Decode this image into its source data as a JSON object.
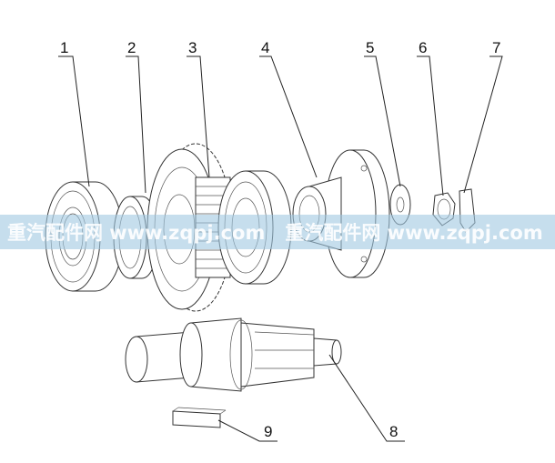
{
  "callouts": [
    "1",
    "2",
    "3",
    "4",
    "5",
    "6",
    "7",
    "8",
    "9"
  ],
  "watermark": {
    "text1": "重汽配件网 www.zqpj.com",
    "text2": "重汽配件网 www.zqpj.com"
  }
}
